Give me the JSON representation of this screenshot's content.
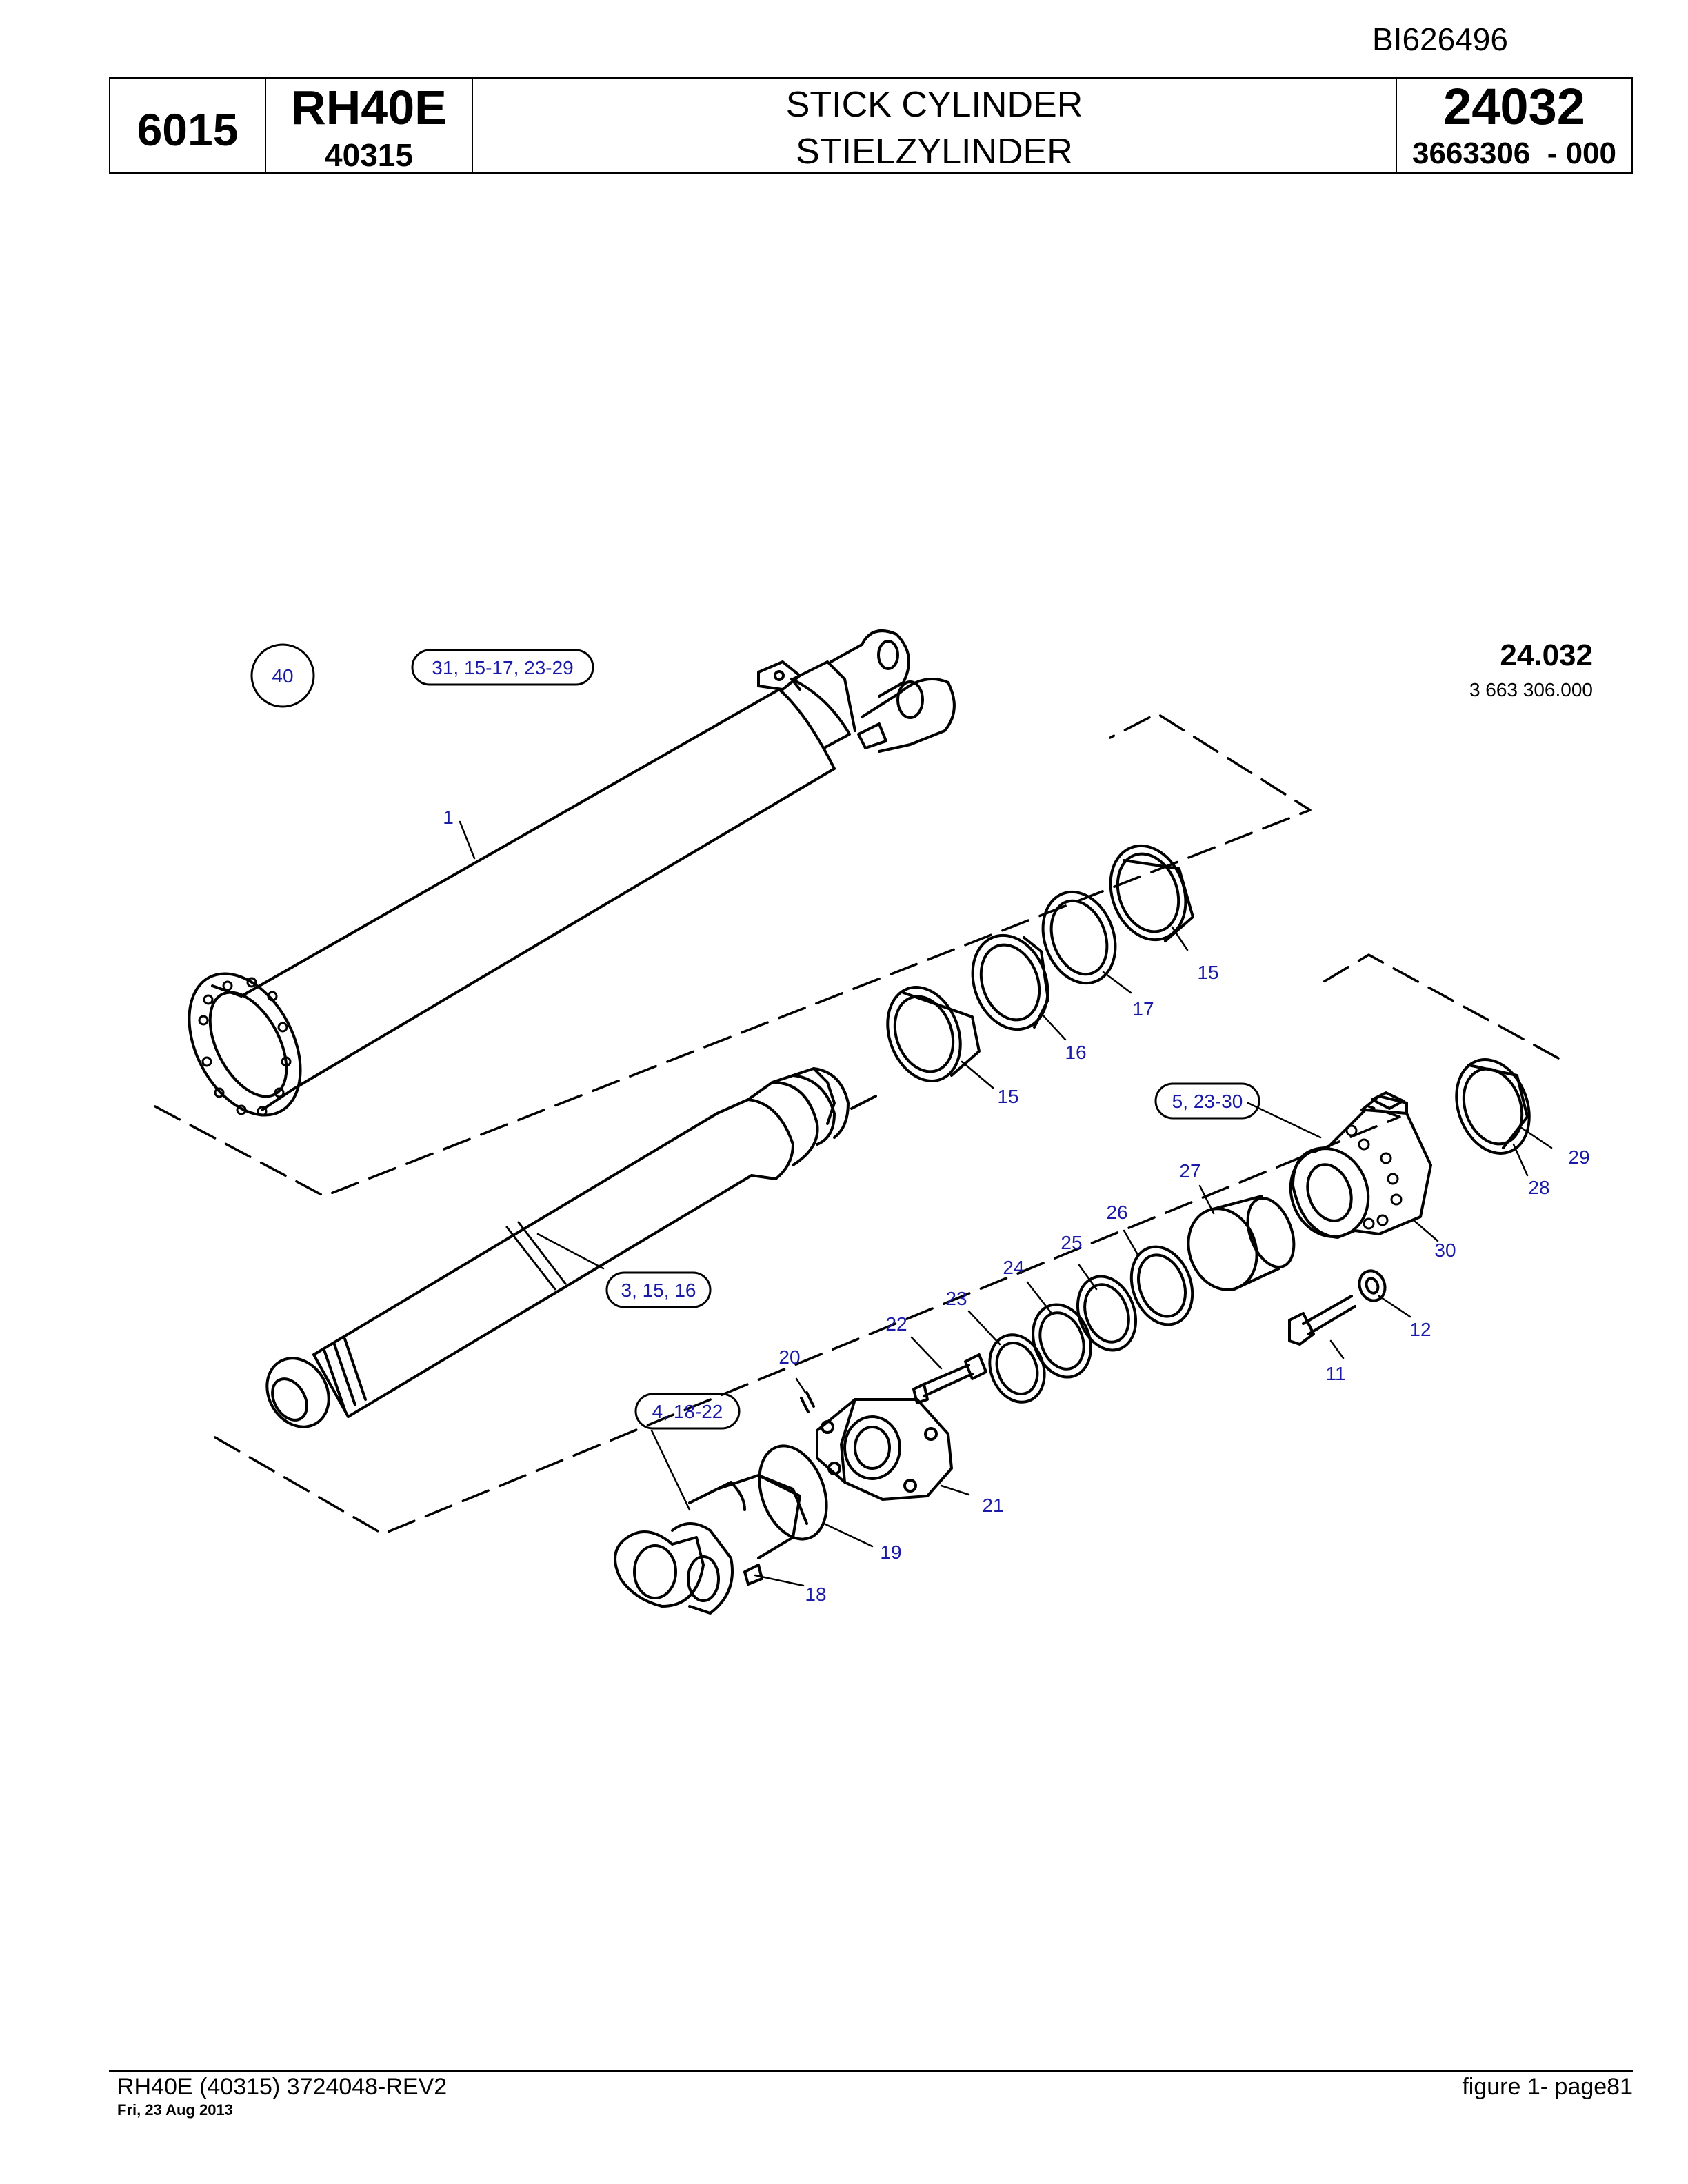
{
  "doc_id": "BI626496",
  "title_block": {
    "section": "6015",
    "model": "RH40E",
    "model_serial": "40315",
    "title_en": "STICK CYLINDER",
    "title_de": "STIELZYLINDER",
    "group": "24032",
    "part_number": "3663306  - 000"
  },
  "drawing": {
    "ref_number": "24.032",
    "ref_part": "3 663 306.000",
    "callouts": {
      "c40": "40",
      "c31": "31, 15-17, 23-29",
      "c1": "1",
      "c15a": "15",
      "c17": "17",
      "c16": "16",
      "c15b": "15",
      "c5": "5, 23-30",
      "c29": "29",
      "c28": "28",
      "c27": "27",
      "c30": "30",
      "c26": "26",
      "c25": "25",
      "c24": "24",
      "c3": "3, 15, 16",
      "c23": "23",
      "c22": "22",
      "c12": "12",
      "c11": "11",
      "c20": "20",
      "c4": "4, 18-22",
      "c21": "21",
      "c19": "19",
      "c18": "18"
    },
    "callout_color": "#1a1aa8"
  },
  "footer": {
    "ref": "RH40E (40315) 3724048-REV2",
    "date": "Fri, 23 Aug 2013",
    "figure": "figure  1- page81"
  }
}
